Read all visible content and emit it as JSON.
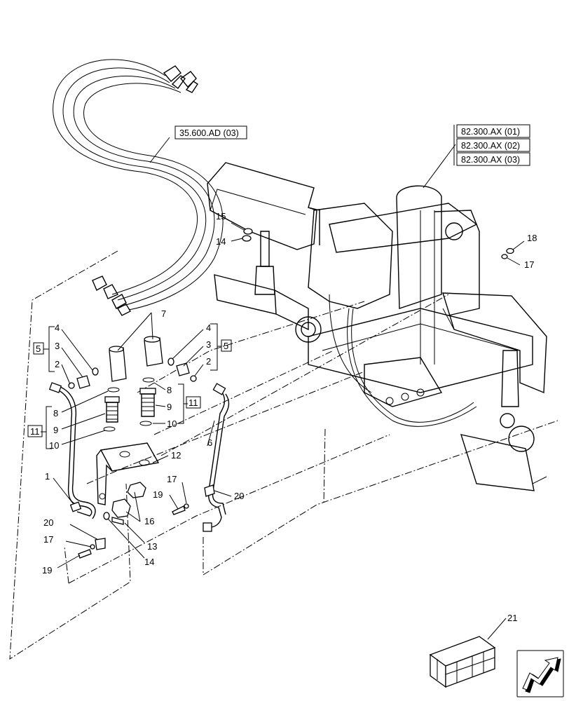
{
  "references": {
    "hose_ref": "35.600.AD (03)",
    "frame_refs": [
      "82.300.AX (01)",
      "82.300.AX (02)",
      "82.300.AX (03)"
    ]
  },
  "kits": {
    "kit_5": "5",
    "kit_11": "11"
  },
  "callouts": {
    "c1": "1",
    "c2l": "2",
    "c2r": "2",
    "c3l": "3",
    "c3r": "3",
    "c4l": "4",
    "c4r": "4",
    "c6": "6",
    "c7": "7",
    "c8l": "8",
    "c8r": "8",
    "c9l": "9",
    "c9r": "9",
    "c10l": "10",
    "c10r": "10",
    "c12": "12",
    "c13": "13",
    "c14a": "14",
    "c14b": "14",
    "c15": "15",
    "c16": "16",
    "c17a": "17",
    "c17b": "17",
    "c17c": "17",
    "c18": "18",
    "c19a": "19",
    "c19b": "19",
    "c20a": "20",
    "c20b": "20",
    "c21": "21"
  },
  "icons": {
    "nav_arrow": "next-page-arrow-icon",
    "kit_crate": "parts-crate-icon"
  }
}
